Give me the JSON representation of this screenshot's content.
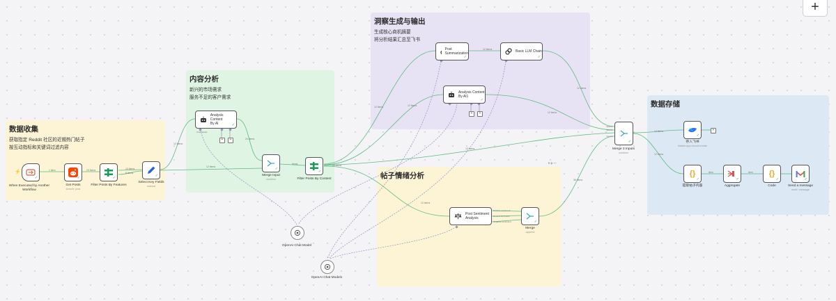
{
  "toolbar": {
    "add_label": "+"
  },
  "colors": {
    "yellow": "#fdf4d6",
    "green": "#dff4e3",
    "purple": "#e8e3f4",
    "blue": "#dde8f5",
    "edge": "#5aba82",
    "edge_dashed": "#8f8cbf"
  },
  "stickies": [
    {
      "id": "data-collect",
      "title": "数据收集",
      "lines": [
        "获取指定 Reddit 社区的近期热门帖子",
        "按互动指标和关键词过滤内容"
      ]
    },
    {
      "id": "content-analysis",
      "title": "内容分析",
      "lines": [
        "新兴的市场需求",
        "服务不足的客户需求"
      ]
    },
    {
      "id": "insight",
      "title": "洞察生成与输出",
      "lines": [
        "生成核心商机摘要",
        "将分析结果汇总至飞书"
      ]
    },
    {
      "id": "sentiment",
      "title": "帖子情绪分析",
      "lines": []
    },
    {
      "id": "storage",
      "title": "数据存储",
      "lines": []
    }
  ],
  "nodes": {
    "trigger": {
      "label": "When Executed by Another Workflow",
      "icon": "trigger-icon"
    },
    "get_posts": {
      "label": "Get Posts",
      "sub": "search: post",
      "icon": "reddit-icon"
    },
    "filter_features": {
      "label": "Filter Posts By Features",
      "icon": "filter-icon"
    },
    "select_fields": {
      "label": "Select Key Fields",
      "sub": "manual",
      "icon": "pencil-icon"
    },
    "analysis_ai": {
      "label1": "Analysis Content",
      "label2": "By AI",
      "icon": "robot-icon"
    },
    "merge_input": {
      "label": "Merge Input",
      "sub": "combine",
      "icon": "merge-icon"
    },
    "filter_content": {
      "label": "Filter Posts By Content",
      "icon": "filter-icon"
    },
    "post_summ": {
      "label1": "Post",
      "label2": "Summarization",
      "icon": "chain-icon"
    },
    "basic_chain": {
      "label1": "Basic LLM Chain",
      "icon": "chain-icon"
    },
    "analysis_ai1": {
      "label1": "Analysis Content",
      "label2": "By AI1",
      "icon": "robot-icon"
    },
    "sentiment": {
      "label1": "Post Sentiment",
      "label2": "Analysis",
      "icon": "scale-icon"
    },
    "merge": {
      "label": "Merge",
      "sub": "append",
      "icon": "merge-icon"
    },
    "merge3": {
      "label": "Merge 3 Inputs",
      "sub": "combine",
      "icon": "merge-icon"
    },
    "feishu": {
      "label": "存入飞书",
      "sub": "bitable:app:record:create",
      "icon": "feishu-icon"
    },
    "extract": {
      "label": "提取帖子内容",
      "icon": "braces-icon"
    },
    "aggregate": {
      "label": "Aggregate",
      "icon": "aggregate-icon"
    },
    "code": {
      "label": "Code",
      "icon": "braces-icon"
    },
    "send": {
      "label": "Send a message",
      "sub": "send: message",
      "icon": "gmail-icon"
    },
    "openai": {
      "label": "OpenAI Chat Model",
      "icon": "openai-icon"
    },
    "openai1": {
      "label": "OpenAI Chat Model1",
      "icon": "openai-icon"
    }
  },
  "edge_labels": {
    "e1": "1 item",
    "e2": "23 items",
    "e3": "12 items",
    "e3b": "8 items",
    "e4": "12 items",
    "e5": "12 items",
    "e6": "24 items",
    "e7": "items",
    "e8": "12 items",
    "e9": "12 items",
    "e10": "12 items",
    "e11": "15 items",
    "e12": "12 items",
    "e13": "12 items",
    "e14": "12 items",
    "e15": "12 items",
    "e16": "36 items",
    "e17": "12 items",
    "e18": "item",
    "e19": "12 items",
    "e20": "item"
  },
  "ports": {
    "sentiment_out1": "Positive sentiment",
    "sentiment_out2": "Neutral sentiment",
    "sentiment_out3": "Negative sentiment",
    "chat_model": "Chat Model",
    "model": "Model",
    "output_parser": "Output Parser",
    "input1": "Input 1",
    "input2": "Input 2",
    "input3": "Input 3"
  },
  "hover_tools": {
    "text": "⏸ ⚲ —"
  }
}
